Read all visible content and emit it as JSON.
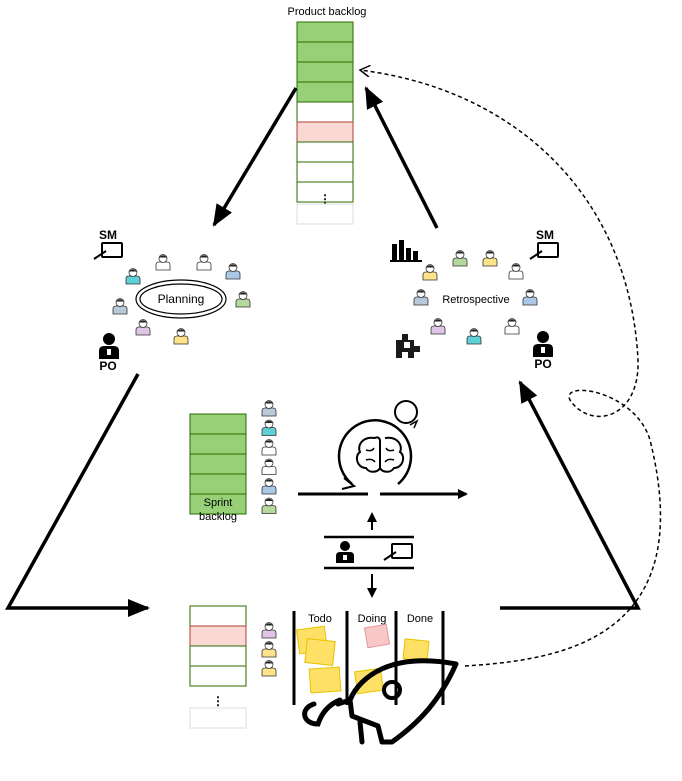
{
  "product_backlog": {
    "title": "Product backlog",
    "items": [
      "done",
      "done",
      "done",
      "done",
      "todo",
      "highlight",
      "todo",
      "todo",
      "todo"
    ],
    "ellipsis": "⋮"
  },
  "planning": {
    "label": "Planning",
    "sm_label": "SM",
    "po_label": "PO",
    "team_colors": [
      "#5fd0d6",
      "#ffffff",
      "#ffffff",
      "#aac9e8",
      "#b5d99c",
      "#ffe38a",
      "#e0c4e6",
      "#b8c9d9"
    ]
  },
  "retrospective": {
    "label": "Retrospective",
    "sm_label": "SM",
    "po_label": "PO",
    "team_colors": [
      "#ffe38a",
      "#b5d99c",
      "#ffe38a",
      "#ffffff",
      "#aac9e8",
      "#e0c4e6",
      "#5fd0d6",
      "#ffffff",
      "#b8c9d9"
    ]
  },
  "sprint_backlog": {
    "title_line1": "Sprint",
    "title_line2": "backlog",
    "items": [
      "done",
      "done",
      "done",
      "done",
      "done"
    ],
    "team_colors": [
      "#b8c9d9",
      "#5fd0d6",
      "#ffffff",
      "#ffffff",
      "#aac9e8",
      "#b5d99c"
    ]
  },
  "sprint_work": {
    "items": [
      "todo",
      "highlight",
      "todo",
      "todo"
    ],
    "ellipsis": "⋮",
    "team_colors": [
      "#e0c4e6",
      "#ffe38a",
      "#ffe38a"
    ]
  },
  "board": {
    "columns": [
      "Todo",
      "Doing",
      "Done"
    ]
  },
  "colors": {
    "done": "#97d077",
    "done_border": "#2d6a00",
    "highlight": "#fad9d5",
    "highlight_border": "#ae4132",
    "sticky": "#ffe066",
    "sticky_pink": "#f8c8c8"
  },
  "icons": [
    "brain-cycle-icon",
    "rocket-icon",
    "presentation-icon",
    "person-icon",
    "bar-chart-icon",
    "puzzle-icon"
  ]
}
